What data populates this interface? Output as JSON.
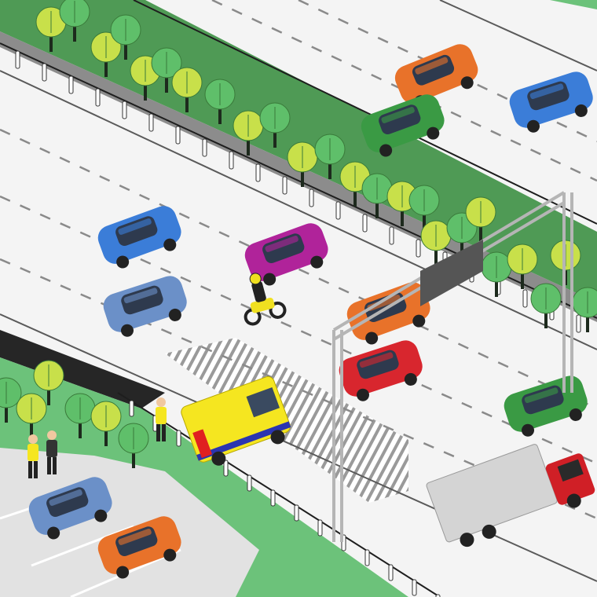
{
  "scene": {
    "type": "isometric highway illustration",
    "colors": {
      "road": "#f4f4f4",
      "lane_marking": "#8a8a8a",
      "median_grass": "#4f9a55",
      "roadside_grass": "#6cc27a",
      "parking_lot": "#e2e2e2",
      "gantry": "#d8d8d8",
      "hatched_zone": "#9a9a9a"
    }
  },
  "vehicles": [
    {
      "kind": "car",
      "color": "#e8722a",
      "name": "orange-car-top"
    },
    {
      "kind": "car",
      "color": "#3b7dd8",
      "name": "blue-car-top-right"
    },
    {
      "kind": "car",
      "color": "#3a9a44",
      "name": "green-car-top"
    },
    {
      "kind": "car",
      "color": "#3b7dd8",
      "name": "blue-car-left"
    },
    {
      "kind": "car",
      "color": "#b0239a",
      "name": "magenta-car"
    },
    {
      "kind": "car",
      "color": "#6b90c8",
      "name": "gray-blue-suv"
    },
    {
      "kind": "motorcycle",
      "color": "#f0e020",
      "name": "motorcycle-rider"
    },
    {
      "kind": "car",
      "color": "#e8722a",
      "name": "orange-car-middle"
    },
    {
      "kind": "car",
      "color": "#d8262e",
      "name": "red-car"
    },
    {
      "kind": "car",
      "color": "#3a9a44",
      "name": "green-car-right"
    },
    {
      "kind": "van",
      "color": "#f5e620",
      "name": "yellow-maintenance-van"
    },
    {
      "kind": "truck",
      "color": "#d01f26",
      "name": "red-box-truck"
    },
    {
      "kind": "car",
      "color": "#6b90c8",
      "name": "parked-blue-suv"
    },
    {
      "kind": "car",
      "color": "#e8722a",
      "name": "parked-orange-car"
    }
  ],
  "people": [
    {
      "name": "road-worker",
      "color": "#f5e620"
    },
    {
      "name": "pedestrian-yellow-shirt",
      "color": "#f5e620"
    },
    {
      "name": "pedestrian-dark-jacket",
      "color": "#333333"
    }
  ]
}
